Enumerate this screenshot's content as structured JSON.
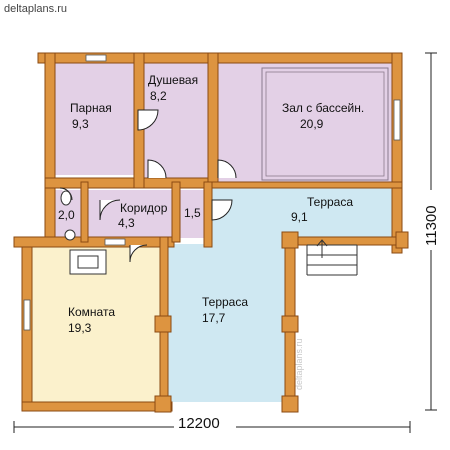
{
  "site": "deltaplans.ru",
  "watermark": "deltaplans.ru",
  "rooms": [
    {
      "name": "Парная",
      "area": "9,3"
    },
    {
      "name": "Душевая",
      "area": "8,2"
    },
    {
      "name": "Зал с бассейн.",
      "area": "20,9"
    },
    {
      "name": "Коридор",
      "area": "4,3"
    },
    {
      "name": "",
      "area": "2,0"
    },
    {
      "name": "",
      "area": "1,5"
    },
    {
      "name": "Терраса",
      "area": "9,1"
    },
    {
      "name": "Комната",
      "area": "19,3"
    },
    {
      "name": "Терраса",
      "area": "17,7"
    }
  ],
  "dimensions": {
    "width": "12200",
    "height": "11300"
  },
  "colors": {
    "log_wall": "#dd9440",
    "log_outline": "#8a4a12",
    "purple_room": "#e3d0e6",
    "yellow_room": "#fbf1cc",
    "terrace": "#cfe8f2",
    "pool_line": "#8a7a8e"
  }
}
